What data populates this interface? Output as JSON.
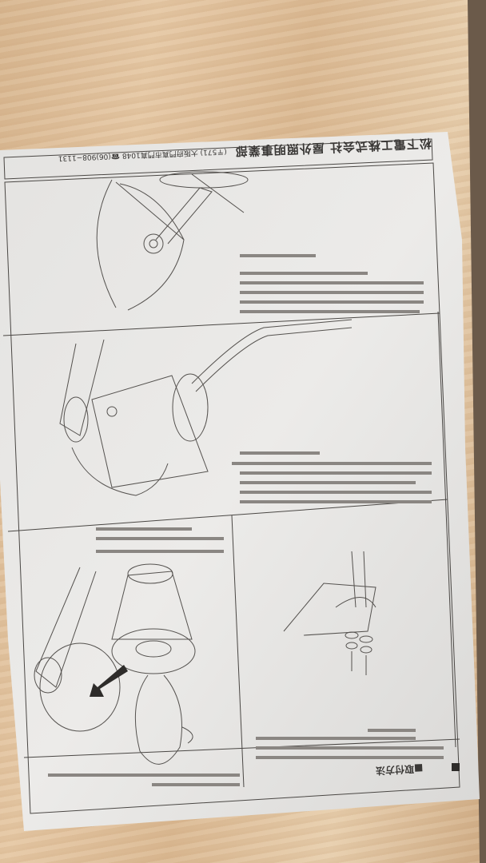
{
  "sheet": {
    "header": {
      "company": "松下電工株式会社 屋外照明事業部",
      "address": "(〒571) 大阪府門真市門真1048 ☎(06)908−1131"
    },
    "section_title": "■取付方法"
  },
  "colors": {
    "paper": "#e9e8e6",
    "ink": "#3a3836",
    "table": "#dcbb95"
  }
}
